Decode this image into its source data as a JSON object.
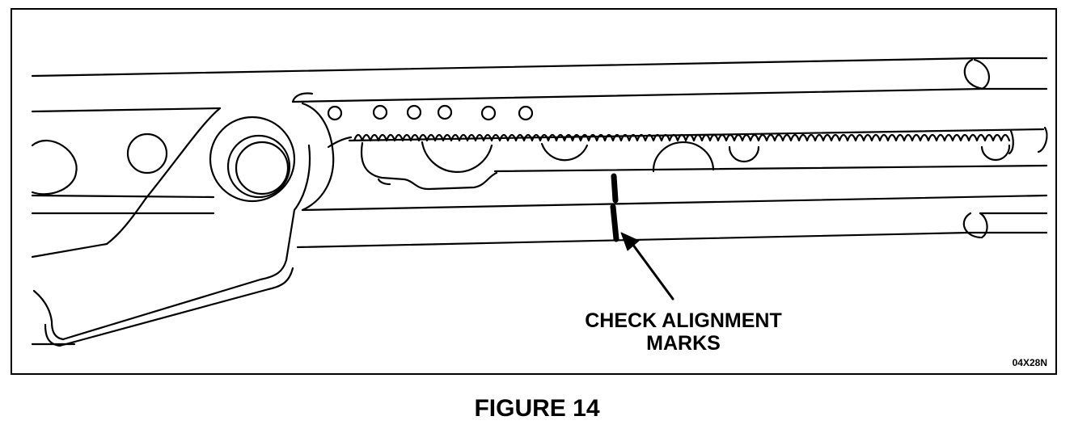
{
  "callout": {
    "line1": "CHECK ALIGNMENT",
    "line2": "MARKS"
  },
  "illustration_code": "04X28N",
  "caption": "FIGURE 14"
}
